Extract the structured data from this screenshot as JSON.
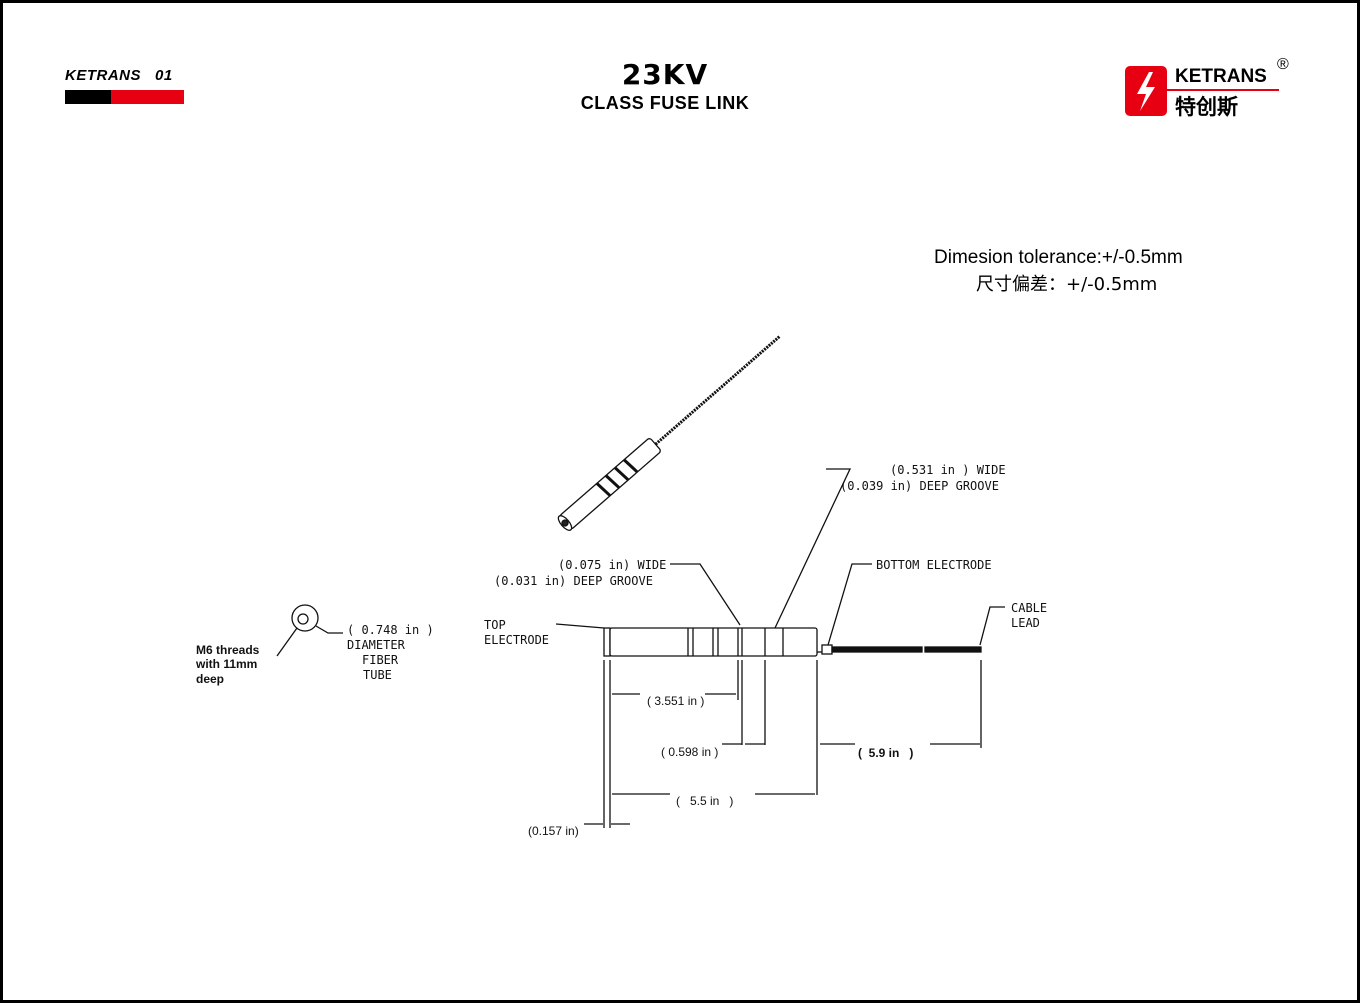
{
  "header": {
    "brand_left": "KETRANS   01",
    "title": "23KV",
    "subtitle": "CLASS FUSE LINK",
    "logo_text": "KETRANS",
    "logo_cn": "特创斯",
    "logo_reg": "®"
  },
  "tolerance": {
    "en": "Dimesion tolerance:+/-0.5mm",
    "cn": "尺寸偏差：+/-0.5mm"
  },
  "colors": {
    "brand_red": "#e60012",
    "black": "#000000"
  },
  "drawing": {
    "groove1_a": "(0.531 in ) WIDE",
    "groove1_b": "(0.039 in) DEEP GROOVE",
    "groove2_a": "(0.075 in) WIDE",
    "groove2_b": "(0.031 in) DEEP GROOVE",
    "bottom_electrode": "BOTTOM ELECTRODE",
    "cable_a": "CABLE",
    "cable_b": "LEAD",
    "top_a": "TOP",
    "top_b": "ELECTRODE",
    "dim_3551": "( 3.551 in )",
    "dim_0598": "( 0.598 in )",
    "dim_59": "(  5.9 in   )",
    "dim_55": "(   5.5 in   )",
    "dim_0157": "(0.157 in)",
    "dia_a": "( 0.748 in )",
    "dia_b": "DIAMETER",
    "dia_c": "FIBER",
    "dia_d": "TUBE",
    "m6_a": "M6 threads",
    "m6_b": "with 11mm",
    "m6_c": "deep"
  }
}
